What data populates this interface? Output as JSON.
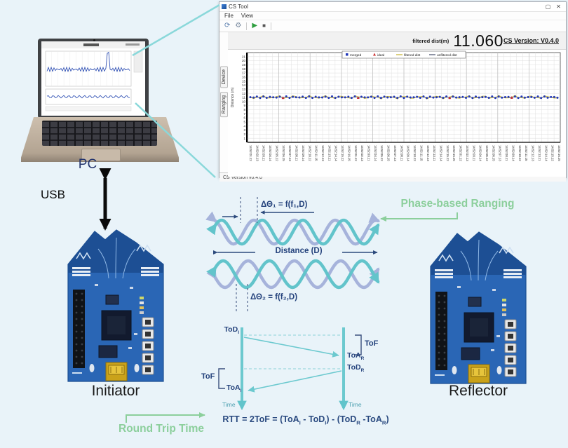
{
  "colors": {
    "background": "#e9f3f9",
    "teal": "#62c4cb",
    "lavender": "#a6b3db",
    "navy": "#24427c",
    "green": "#8ccf9c",
    "board_blue": "#2a66b5"
  },
  "labels": {
    "pc": "PC",
    "usb": "USB",
    "initiator": "Initiator",
    "reflector": "Reflector",
    "phase_based_ranging": "Phase-based Ranging",
    "round_trip_time": "Round Trip Time"
  },
  "waves": {
    "delta_top": "ΔΘ₁ = f(f₁,D)",
    "distance": "Distance (D)",
    "delta_bottom": "ΔΘ₂ = f(f₂,D)"
  },
  "rtt": {
    "tod_i": {
      "base": "ToD",
      "sub": "I"
    },
    "toa_r": {
      "base": "ToA",
      "sub": "R"
    },
    "tod_r": {
      "base": "ToD",
      "sub": "R"
    },
    "toa_i": {
      "base": "ToA",
      "sub": "I"
    },
    "tof_left": "ToF",
    "tof_right": "ToF",
    "time_left": "Time",
    "time_right": "Time",
    "formula": {
      "p1": "RTT = 2ToF = (ToA",
      "s1": "I",
      "p2": " - ToD",
      "s2": "I",
      "p3": ") - (ToD",
      "s3": "R",
      "p4": " -ToA",
      "s4": "R",
      "p5": ")"
    }
  },
  "tool_window": {
    "title": "CS Tool",
    "menu": [
      "File",
      "View"
    ],
    "window_buttons": {
      "maximize": "▢",
      "close": "✕"
    },
    "toolbar": {
      "refresh": "⟳",
      "settings": "⚙",
      "play": "▶",
      "stop": "■"
    },
    "side_tabs": [
      "Device",
      "Ranging"
    ],
    "header": {
      "metric_label": "filtered dist(m)",
      "metric_value": "11.060",
      "version": "CS Version: V0.4.0"
    },
    "status_bar": "CS Version v0.4.0"
  },
  "chart_data": {
    "type": "scatter",
    "title": "",
    "ylabel": "Distance (m)",
    "ylim": [
      0,
      22
    ],
    "ytick_step": 1,
    "grid": true,
    "legend_position": "top-center",
    "value_flat": 11.06,
    "num_points": 95,
    "series": [
      {
        "name": "merged",
        "marker": "square",
        "color": "#2238b8"
      },
      {
        "name": "ideal",
        "marker": "triangle",
        "color": "#cc3333"
      },
      {
        "name": "filtered dist",
        "marker": "line",
        "color": "#c9b73a"
      },
      {
        "name": "unfiltered dist",
        "marker": "line",
        "color": "#555c77"
      }
    ],
    "x_tick_labels": [
      "14:52:01.12",
      "14:52:02.13",
      "14:52:03.11",
      "14:52:04.14",
      "14:52:05.12",
      "14:52:06.15",
      "14:52:07.13",
      "14:52:08.11",
      "14:52:09.14",
      "14:52:10.12",
      "14:52:11.15",
      "14:52:12.13",
      "14:52:13.11",
      "14:52:14.14",
      "14:52:15.12",
      "14:52:16.15"
    ],
    "x_tick_repeat": 3
  }
}
